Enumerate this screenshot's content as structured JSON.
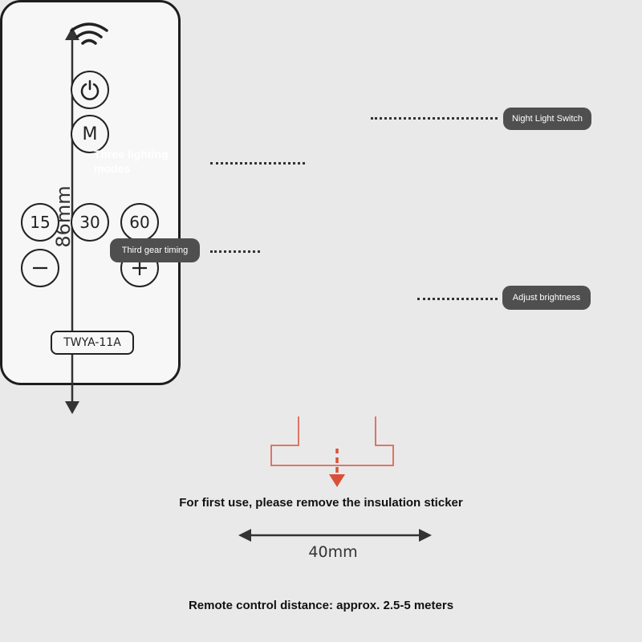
{
  "remote": {
    "model": "TWYA-11A",
    "buttons": {
      "power_icon": "power-icon",
      "mode": "M",
      "timer_15": "15",
      "timer_30": "30",
      "timer_60": "60",
      "minus_icon": "minus-icon",
      "plus_icon": "plus-icon"
    },
    "signal_icon": "wifi-signal-icon"
  },
  "callouts": {
    "night_light_switch": "Night Light Switch",
    "three_lighting_modes": "Three lighting modes",
    "third_gear_timing": "Third gear timing",
    "adjust_brightness": "Adjust brightness"
  },
  "dimensions": {
    "height": "86mm",
    "width": "40mm"
  },
  "captions": {
    "insulation": "For first use, please remove the insulation sticker",
    "distance": "Remote control distance: approx. 2.5-5 meters"
  },
  "colors": {
    "background": "#e9e9e9",
    "outline": "#1e1e1e",
    "label_pill": "#4f4f4f",
    "sticker_arrow": "#d9503a"
  }
}
